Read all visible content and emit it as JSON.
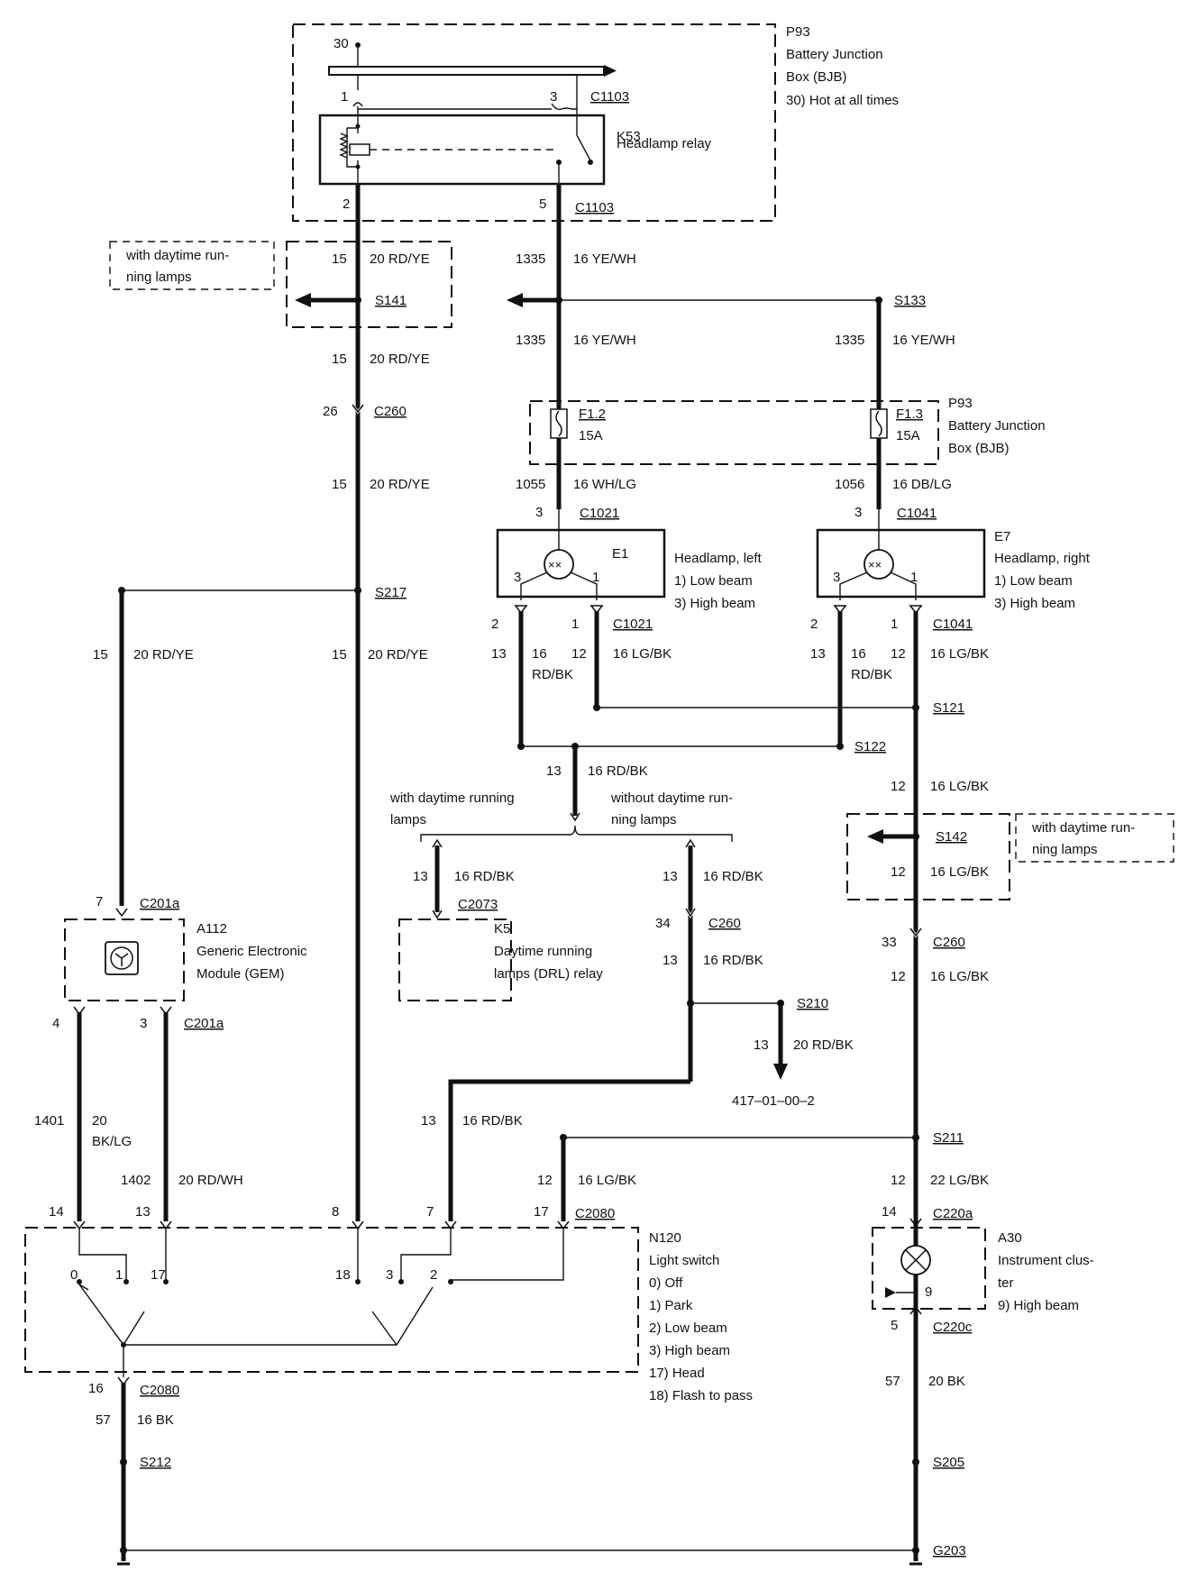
{
  "bjb_top": {
    "ref": "P93",
    "lines": [
      "Battery Junction",
      "Box (BJB)",
      "30)  Hot at all times"
    ],
    "pin30": "30"
  },
  "relay": {
    "ref": "K53",
    "name": "Headlamp relay",
    "pin1": "1",
    "pin3": "3",
    "pin2": "2",
    "pin5": "5",
    "conn_top": "C1103",
    "conn_bottom": "C1103"
  },
  "drl_note_left": {
    "lines": [
      "with daytime run-",
      "ning lamps"
    ]
  },
  "drl_note_right": {
    "lines": [
      "with daytime run-",
      "ning lamps"
    ]
  },
  "left_trunk": {
    "circuit_top": "15",
    "wire_top": "20 RD/YE",
    "splice_s141": "S141",
    "circuit_mid": "15",
    "wire_mid": "20 RD/YE",
    "conn_c260_pin": "26",
    "conn_c260": "C260",
    "circuit_low": "15",
    "wire_low": "20 RD/YE",
    "splice_s217": "S217",
    "circuit_gem_branch": "15",
    "wire_gem_branch": "20 RD/YE",
    "circuit_bottom": "15",
    "wire_bottom": "20 RD/YE"
  },
  "center_trunk": {
    "circuit_top": "1335",
    "wire_top": "16 YE/WH",
    "circuit_mid": "1335",
    "wire_mid": "16 YE/WH",
    "splice_s133": "S133",
    "circuit_right": "1335",
    "wire_right": "16 YE/WH"
  },
  "bjb_fuses": {
    "ref": "P93",
    "lines": [
      "Battery Junction",
      "Box (BJB)"
    ],
    "fuse_left": {
      "name": "F1.2",
      "rating": "15A"
    },
    "fuse_right": {
      "name": "F1.3",
      "rating": "15A"
    }
  },
  "headlamp_left": {
    "ref": "E1",
    "lines": [
      "Headlamp, left",
      "1)    Low beam",
      "3)    High beam"
    ],
    "feed_circuit": "1055",
    "feed_wire": "16 WH/LG",
    "conn_pin": "3",
    "conn": "C1021",
    "conn_bottom": "C1021",
    "pin3": "3",
    "pin1": "1",
    "pin2": "2",
    "pin1b": "1",
    "circuit_a": "13",
    "wire_a_top": "16",
    "wire_a_bottom": "RD/BK",
    "circuit_b": "12",
    "wire_b": "16 LG/BK"
  },
  "headlamp_right": {
    "ref": "E7",
    "lines": [
      "Headlamp, right",
      "1)    Low beam",
      "3)    High beam"
    ],
    "feed_circuit": "1056",
    "feed_wire": "16 DB/LG",
    "conn_pin": "3",
    "conn": "C1041",
    "conn_bottom": "C1041",
    "pin3": "3",
    "pin1": "1",
    "pin2": "2",
    "pin1b": "1",
    "circuit_a": "13",
    "wire_a_top": "16",
    "wire_a_bottom": "RD/BK",
    "circuit_b": "12",
    "wire_b": "16 LG/BK"
  },
  "splices": {
    "s121": "S121",
    "s122": "S122",
    "s142": "S142",
    "s210": "S210",
    "s211": "S211",
    "s212": "S212",
    "s205": "S205",
    "g203": "G203"
  },
  "rd_bk_bus": {
    "circuit": "13",
    "wire": "16 RD/BK",
    "opt_left": [
      "with daytime running",
      "lamps"
    ],
    "opt_right": [
      "without daytime run-",
      "ning lamps"
    ]
  },
  "drl_relay": {
    "ref": "K5",
    "lines": [
      "Daytime running",
      "lamps (DRL) relay"
    ],
    "circuit": "13",
    "wire": "16 RD/BK",
    "conn": "C2073"
  },
  "no_drl_path": {
    "circuit_top": "13",
    "wire_top": "16 RD/BK",
    "conn_pin": "34",
    "conn": "C260",
    "circuit_mid": "13",
    "wire_mid": "16 RD/BK",
    "s210_circuit": "13",
    "s210_wire": "20 RD/BK",
    "page_ref": "417–01–00–2",
    "circuit_low": "13",
    "wire_low": "16 RD/BK"
  },
  "right_trunk": {
    "circuit_a": "12",
    "wire_a": "16 LG/BK",
    "circuit_b": "12",
    "wire_b": "16 LG/BK",
    "conn_pin": "33",
    "conn": "C260",
    "circuit_c": "12",
    "wire_c": "16 LG/BK",
    "circuit_d": "12",
    "wire_d": "22 LG/BK",
    "circuit_e": "12",
    "wire_e": "16 LG/BK"
  },
  "gem": {
    "ref": "A112",
    "lines": [
      "Generic Electronic",
      "Module (GEM)"
    ],
    "pin_top": "7",
    "conn_top": "C201a",
    "pin4": "4",
    "pin3": "3",
    "conn_bottom": "C201a",
    "circuit_1401": "1401",
    "wire_1401_top": "20",
    "wire_1401_bottom": "BK/LG",
    "circuit_1402": "1402",
    "wire_1402": "20 RD/WH"
  },
  "light_switch": {
    "ref": "N120",
    "lines": [
      "Light switch",
      "0)     Off",
      "1)     Park",
      "2)     Low beam",
      "3)     High beam",
      "17)   Head",
      "18)   Flash to pass"
    ],
    "pin14": "14",
    "pin13": "13",
    "pin8": "8",
    "pin7": "7",
    "pin17": "17",
    "conn": "C2080",
    "pos0": "0",
    "pos1": "1",
    "pos17": "17",
    "pos18": "18",
    "pos3": "3",
    "pos2": "2",
    "bottom_pin": "16",
    "bottom_conn": "C2080",
    "circuit_gnd": "57",
    "wire_gnd": "16 BK"
  },
  "cluster": {
    "ref": "A30",
    "lines": [
      "Instrument clus-",
      "ter",
      "9)     High beam"
    ],
    "pin14": "14",
    "conn_top": "C220a",
    "pin9": "9",
    "pin5": "5",
    "conn_bottom": "C220c",
    "circuit_gnd": "57",
    "wire_gnd": "20 BK"
  }
}
